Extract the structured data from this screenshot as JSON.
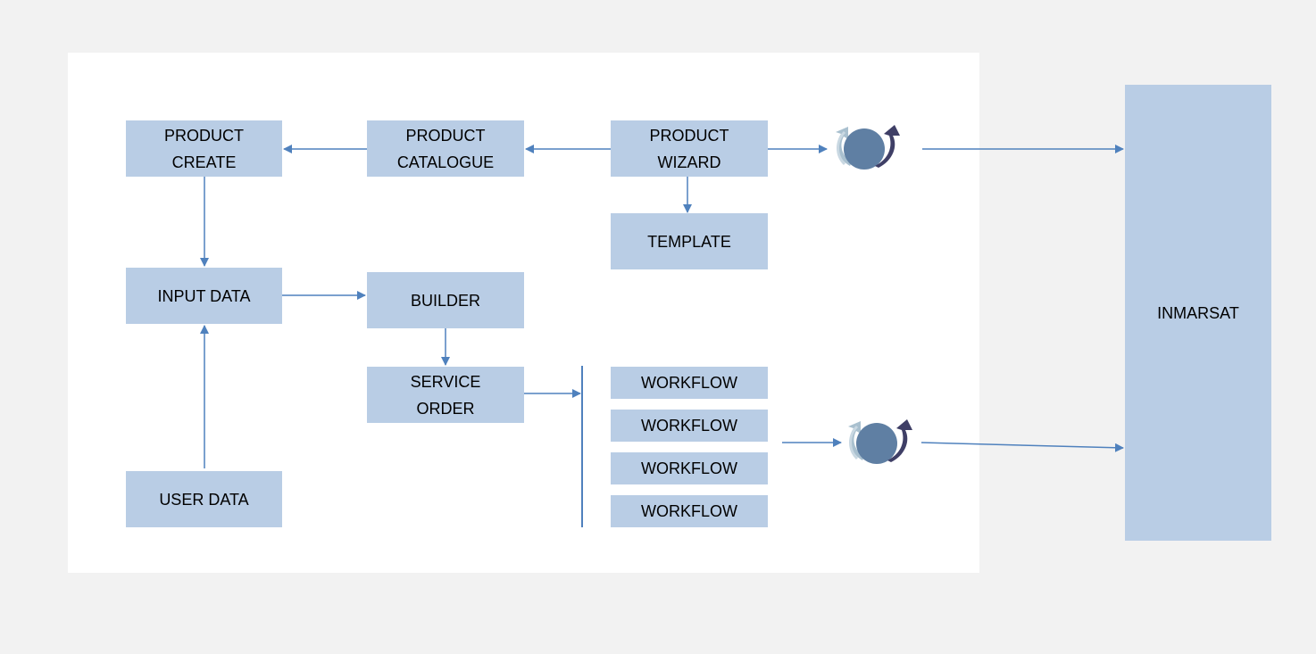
{
  "nodes": {
    "product_create": "PRODUCT\nCREATE",
    "product_catalogue": "PRODUCT\nCATALOGUE",
    "product_wizard": "PRODUCT\nWIZARD",
    "template": "TEMPLATE",
    "input_data": "INPUT DATA",
    "builder": "BUILDER",
    "service_order": "SERVICE\nORDER",
    "user_data": "USER DATA",
    "workflow_1": "WORKFLOW",
    "workflow_2": "WORKFLOW",
    "workflow_3": "WORKFLOW",
    "workflow_4": "WORKFLOW",
    "inmarsat": "INMARSAT"
  },
  "edges": [
    {
      "from": "product_catalogue",
      "to": "product_create"
    },
    {
      "from": "product_wizard",
      "to": "product_catalogue"
    },
    {
      "from": "product_wizard",
      "to": "template"
    },
    {
      "from": "product_wizard",
      "to": "sync_top"
    },
    {
      "from": "sync_top",
      "to": "inmarsat"
    },
    {
      "from": "product_create",
      "to": "input_data"
    },
    {
      "from": "input_data",
      "to": "builder"
    },
    {
      "from": "user_data",
      "to": "input_data"
    },
    {
      "from": "builder",
      "to": "service_order"
    },
    {
      "from": "service_order",
      "to": "workflow_group"
    },
    {
      "from": "workflow_group",
      "to": "sync_bottom"
    },
    {
      "from": "sync_bottom",
      "to": "inmarsat"
    }
  ],
  "icons": {
    "sync": "sync-cycle-icon"
  },
  "colors": {
    "page_background": "#f2f2f2",
    "panel_background": "#ffffff",
    "box_fill": "#b9cde5",
    "connector": "#4f81bd",
    "icon_light_arrow": "#a9c0cf",
    "icon_circle": "#5f7fa3",
    "icon_dark_arrow": "#3f3f66"
  }
}
